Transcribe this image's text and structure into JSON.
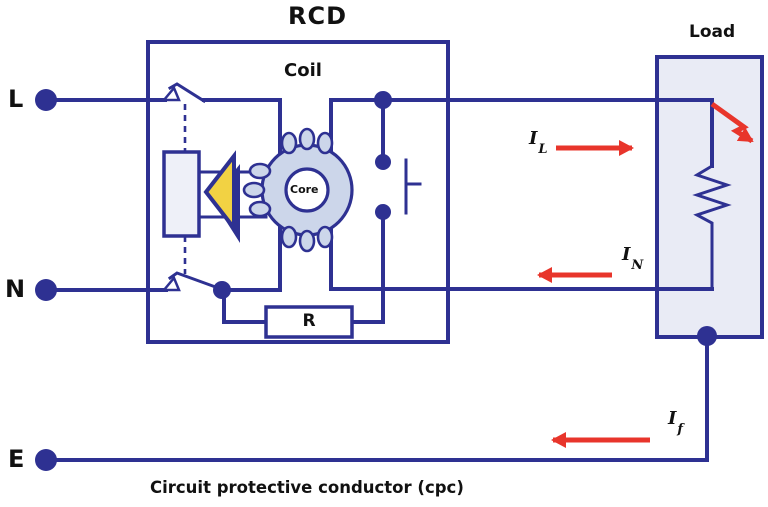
{
  "diagram": {
    "title": "RCD",
    "labels": {
      "coil": "Coil",
      "core": "Core",
      "load": "Load",
      "resistor": "R",
      "caption": "Circuit protective conductor (cpc)"
    },
    "terminals": [
      {
        "id": "line",
        "label": "L"
      },
      {
        "id": "neutral",
        "label": "N"
      },
      {
        "id": "earth",
        "label": "E"
      }
    ],
    "currents": {
      "il": {
        "symbol": "I",
        "sub": "L",
        "direction": "right"
      },
      "in": {
        "symbol": "I",
        "sub": "N",
        "direction": "left"
      },
      "if": {
        "symbol": "I",
        "sub": "f",
        "direction": "left"
      }
    },
    "icons": {
      "trip_arrow": "left-triangle-arrow",
      "fault_arrow": "lightning-bolt-arrow",
      "test_button": "push-button-contact"
    },
    "colors": {
      "wire": "#2e3192",
      "arrow_red": "#e8352b",
      "trip_yellow": "#f2d243",
      "core_fill": "#ccd6ea",
      "box_fill": "#e9ebf5",
      "sol_fill": "#eef0f8",
      "text": "#111111"
    }
  }
}
